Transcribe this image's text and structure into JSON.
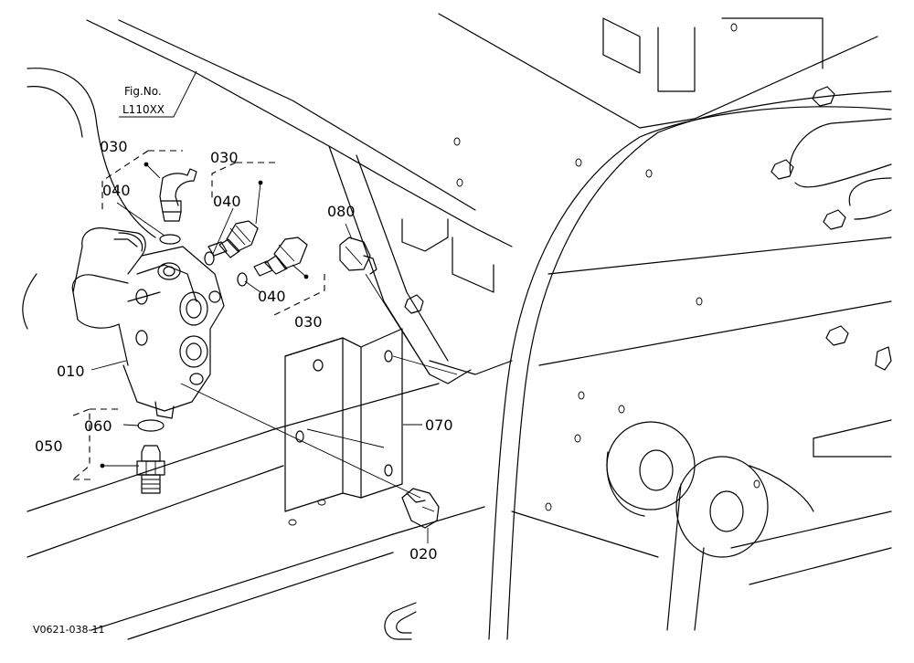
{
  "figure_ref": {
    "line1": "Fig.No.",
    "line2": "L110XX"
  },
  "drawing_code": "V0621-038-11",
  "callouts": {
    "c010": "010",
    "c020": "020",
    "c030_a": "030",
    "c030_b": "030",
    "c030_c": "030",
    "c040_a": "040",
    "c040_b": "040",
    "c040_c": "040",
    "c050": "050",
    "c060": "060",
    "c070": "070",
    "c080": "080"
  }
}
